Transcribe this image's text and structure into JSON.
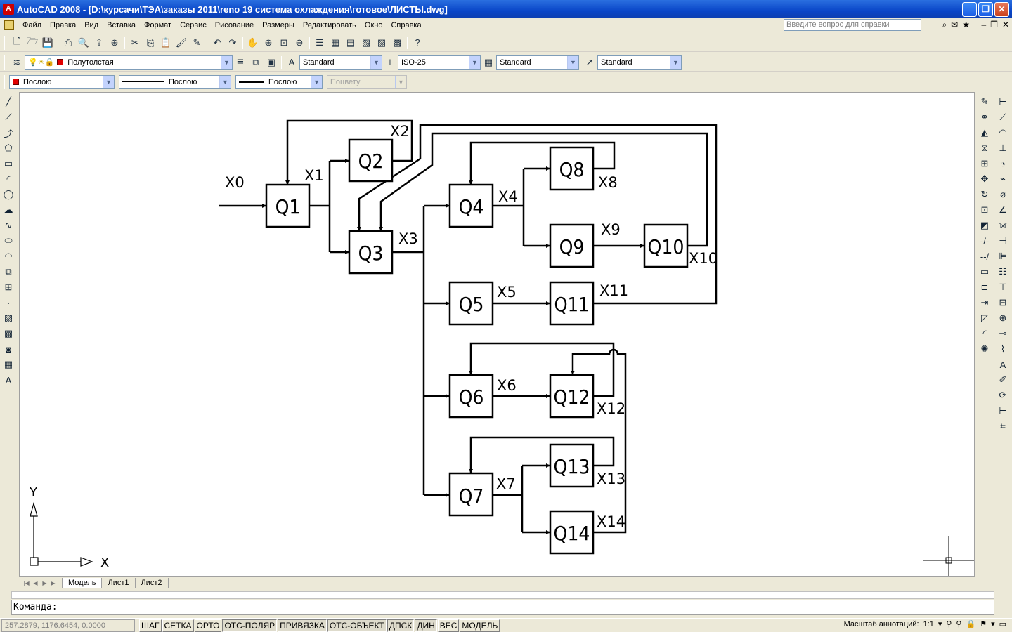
{
  "window": {
    "title": "AutoCAD 2008 - [D:\\курсачи\\ТЭА\\заказы 2011\\reno 19 система охлаждения\\готовое\\ЛИСТЫ.dwg]",
    "app_icon": "A",
    "controls": [
      "_",
      "❐",
      "✕"
    ]
  },
  "menubar": {
    "items": [
      "Файл",
      "Правка",
      "Вид",
      "Вставка",
      "Формат",
      "Сервис",
      "Рисование",
      "Размеры",
      "Редактировать",
      "Окно",
      "Справка"
    ],
    "help_placeholder": "Введите вопрос для справки"
  },
  "toolbar_layers": {
    "layer_name": "Полутолстая",
    "text_style": "Standard",
    "dim_style": "ISO-25",
    "table_style": "Standard",
    "mleader_style": "Standard"
  },
  "toolbar_props": {
    "color": "Послою",
    "linetype": "Послою",
    "lineweight": "Послою",
    "plotstyle": "Поцвету",
    "color_swatch": "#e00000"
  },
  "drawing": {
    "blocks": [
      "Q1",
      "Q2",
      "Q3",
      "Q4",
      "Q5",
      "Q6",
      "Q7",
      "Q8",
      "Q9",
      "Q10",
      "Q11",
      "Q12",
      "Q13",
      "Q14"
    ],
    "signals": [
      "X0",
      "X1",
      "X2",
      "X3",
      "X4",
      "X5",
      "X6",
      "X7",
      "X8",
      "X9",
      "X10",
      "X11",
      "X12",
      "X13",
      "X14"
    ],
    "ucs": {
      "x_label": "X",
      "y_label": "Y"
    }
  },
  "tabs": [
    "Модель",
    "Лист1",
    "Лист2"
  ],
  "command": {
    "prompt": "Команда:"
  },
  "status": {
    "coords": "257.2879, 1176.6454, 0.0000",
    "buttons": [
      "ШАГ",
      "СЕТКА",
      "ОРТО",
      "ОТС-ПОЛЯР",
      "ПРИВЯЗКА",
      "ОТС-ОБЪЕКТ",
      "ДПСК",
      "ДИН",
      "ВЕС",
      "МОДЕЛЬ"
    ],
    "annotation_scale_label": "Масштаб аннотаций:",
    "annotation_scale_value": "1:1"
  }
}
